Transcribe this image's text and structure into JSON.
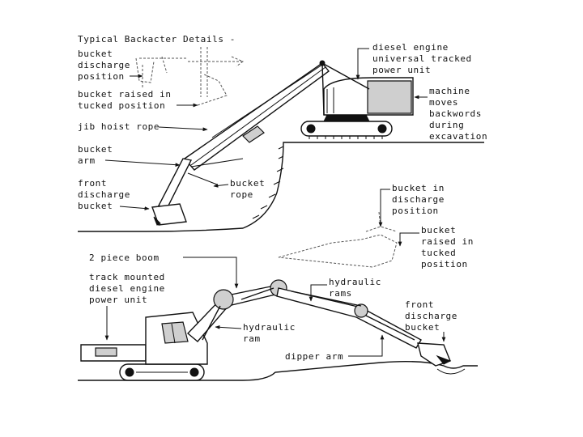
{
  "top": {
    "title": "Typical Backacter Details -",
    "labels": {
      "bucket_discharge": [
        "bucket",
        "discharge",
        "position"
      ],
      "bucket_tucked": [
        "bucket raised in",
        "tucked position"
      ],
      "jib_hoist_rope": [
        "jib hoist rope"
      ],
      "bucket_arm": [
        "bucket",
        "arm"
      ],
      "front_discharge": [
        "front",
        "discharge",
        "bucket"
      ],
      "bucket_rope": [
        "bucket",
        "rope"
      ],
      "diesel_engine": [
        "diesel engine",
        "universal tracked",
        "power unit"
      ],
      "machine_moves": [
        "machine",
        "moves",
        "backwords",
        "during",
        "excavation"
      ]
    }
  },
  "bottom": {
    "labels": {
      "bucket_in_discharge": [
        "bucket in",
        "discharge",
        "position"
      ],
      "bucket_raised_tucked": [
        "bucket",
        "raised in",
        "tucked",
        "position"
      ],
      "two_piece_boom": [
        "2 piece boom"
      ],
      "track_mounted": [
        "track mounted",
        "diesel engine",
        "power unit"
      ],
      "hydraulic_rams": [
        "hydraulic",
        "rams"
      ],
      "hydraulic_ram": [
        "hydraulic",
        "ram"
      ],
      "front_discharge_bucket": [
        "front",
        "discharge",
        "bucket"
      ],
      "dipper_arm": [
        "dipper arm"
      ]
    }
  }
}
